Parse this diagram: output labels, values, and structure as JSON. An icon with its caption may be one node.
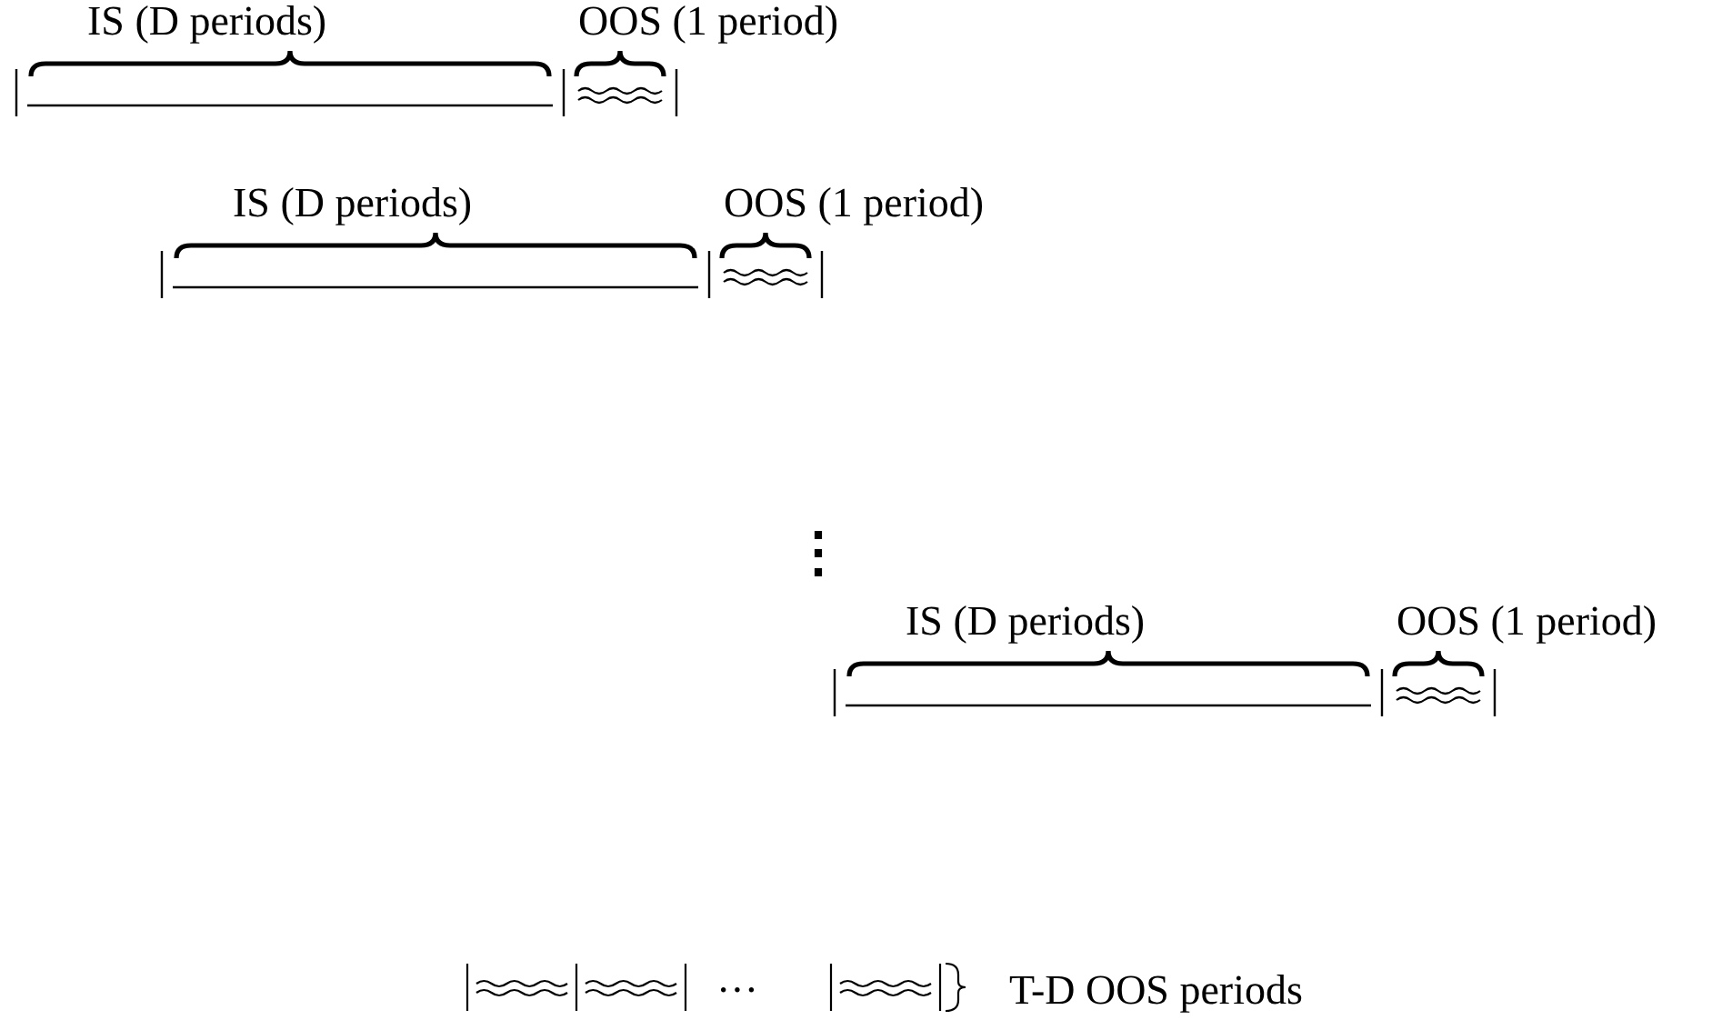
{
  "diagram": {
    "labels": [
      "IS (D periods)",
      "OOS (1 period)",
      "IS (D periods)",
      "OOS (1 period)",
      "⋮",
      "IS (D periods)",
      "OOS (1 period)",
      "···",
      "T-D OOS periods"
    ]
  }
}
